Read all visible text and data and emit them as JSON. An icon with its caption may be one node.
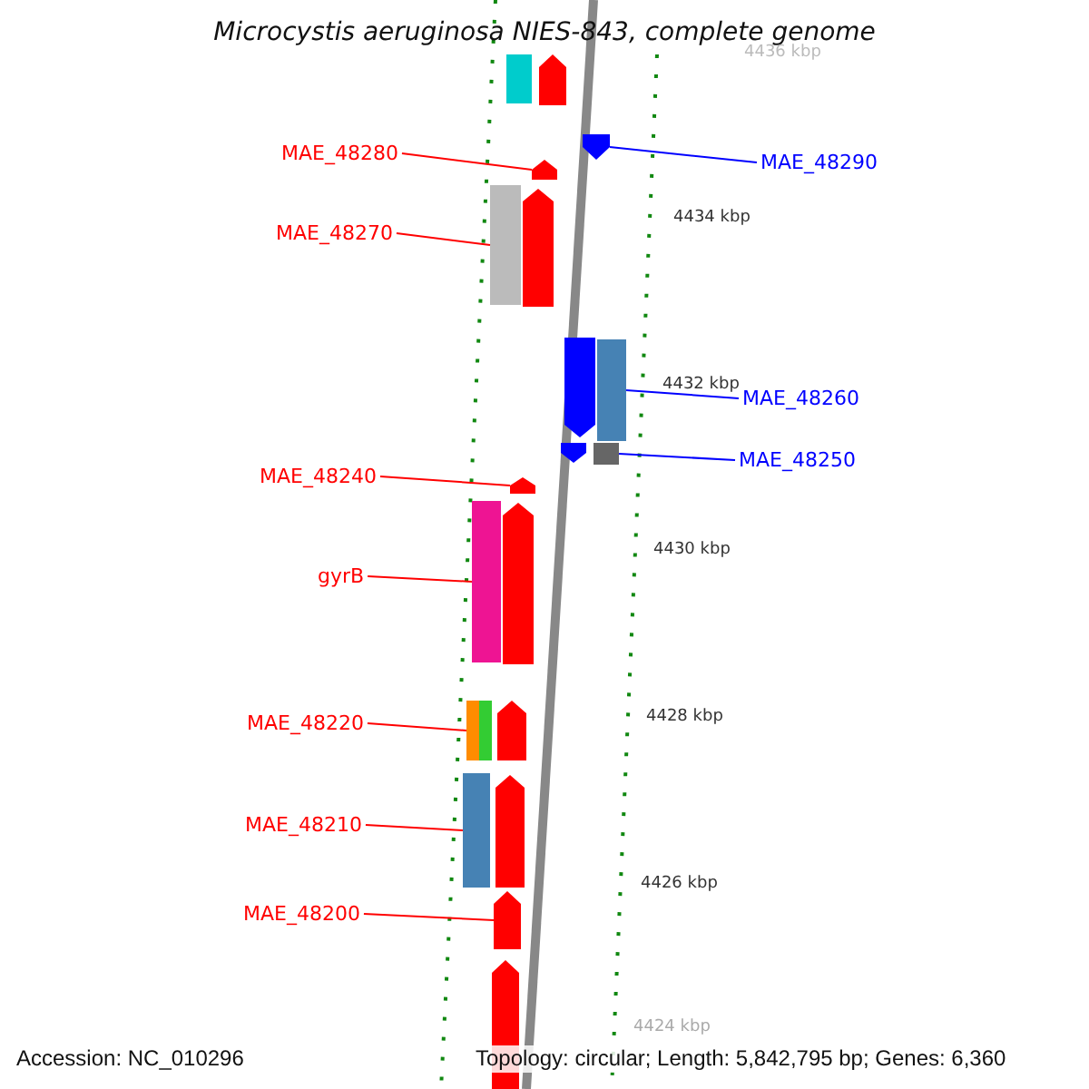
{
  "diagram": {
    "title": "Microcystis aeruginosa NIES-843, complete genome",
    "nodes": [
      {
        "text": [
          "MAE_48280"
        ]
      },
      {
        "text": [
          "MAE_48290"
        ]
      },
      {
        "text": [
          "MAE_48270"
        ]
      },
      {
        "text": [
          "MAE_48260"
        ]
      },
      {
        "text": [
          "MAE_48250"
        ]
      },
      {
        "text": [
          "MAE_48240"
        ]
      },
      {
        "text": [
          "gyrB"
        ]
      },
      {
        "text": [
          "MAE_48220"
        ]
      },
      {
        "text": [
          "MAE_48210"
        ]
      },
      {
        "text": [
          "MAE_48200"
        ]
      },
      {
        "text": [],
        "shape": "bar"
      },
      {
        "text": [],
        "shape": "arrow"
      },
      {
        "text": [],
        "shape": "arrow"
      },
      {
        "text": [],
        "shape": "arrow"
      },
      {
        "text": [],
        "shape": "bar"
      },
      {
        "text": [],
        "shape": "arrow"
      },
      {
        "text": [],
        "shape": "arrow"
      },
      {
        "text": [],
        "shape": "bar"
      },
      {
        "text": [],
        "shape": "arrow"
      },
      {
        "text": [],
        "shape": "bar"
      },
      {
        "text": [],
        "shape": "arrow"
      },
      {
        "text": [],
        "shape": "bar"
      },
      {
        "text": [],
        "shape": "arrow"
      },
      {
        "text": [],
        "shape": "bar"
      },
      {
        "text": [],
        "shape": "bar"
      },
      {
        "text": [],
        "shape": "arrow"
      },
      {
        "text": [],
        "shape": "bar"
      },
      {
        "text": [],
        "shape": "arrow"
      },
      {
        "text": [],
        "shape": "arrow"
      },
      {
        "text": [],
        "shape": "arrow"
      }
    ],
    "edges": [
      {
        "from": 0,
        "to": 13,
        "arrow": "none"
      },
      {
        "from": 1,
        "to": 12,
        "arrow": "none",
        "color": "#0000ff"
      },
      {
        "from": 2,
        "to": 14,
        "arrow": "none"
      },
      {
        "from": 3,
        "to": 17,
        "arrow": "none",
        "color": "#0000ff"
      },
      {
        "from": 4,
        "to": 19,
        "arrow": "none",
        "color": "#0000ff"
      },
      {
        "from": 5,
        "to": 20,
        "arrow": "none"
      },
      {
        "from": 6,
        "to": 21,
        "arrow": "none"
      },
      {
        "from": 7,
        "to": 23,
        "arrow": "none"
      },
      {
        "from": 8,
        "to": 26,
        "arrow": "none"
      },
      {
        "from": 9,
        "to": 28,
        "arrow": "none"
      }
    ],
    "labels": [
      "4436 kbp",
      "4434 kbp",
      "4432 kbp",
      "4430 kbp",
      "4428 kbp",
      "4426 kbp",
      "4424 kbp",
      "Accession: NC_010296",
      "Topology: circular; Length: 5,842,795 bp; Genes: 6,360"
    ]
  }
}
